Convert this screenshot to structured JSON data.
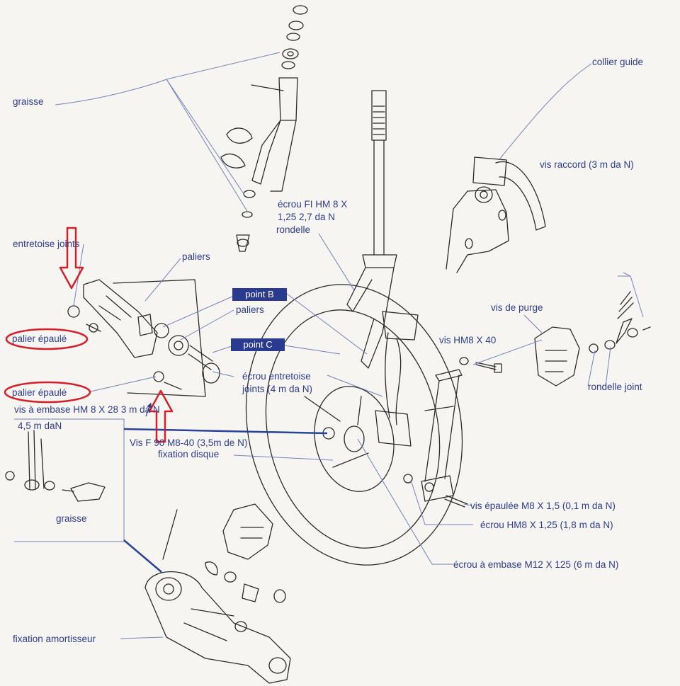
{
  "colors": {
    "paper": "#f6f5f1",
    "ink": "#2b2b2b",
    "leader": "#7382b8",
    "label_text": "#2e3d8c",
    "box_fill": "#2a3b8f",
    "box_text": "#ffffff",
    "highlight_red": "#d4202a",
    "connector_blue": "#2a4396"
  },
  "labels": {
    "graisse_top": "graisse",
    "collier_guide": "collier guide",
    "vis_raccord": "vis raccord (3 m da N)",
    "ecrou_fi": "écrou FI HM 8 X",
    "ecrou_fi_2": "1,25  2,7 da N",
    "rondelle": "rondelle",
    "entretoise_joints": "entretoise joints",
    "paliers_1": "paliers",
    "point_b": "point B",
    "paliers_2": "paliers",
    "vis_de_purge": "vis de purge",
    "palier_epaule_1": "palier épaulé",
    "point_c": "point C",
    "vis_hm8": "vis HM8 X 40",
    "ecrou_entretoise": "écrou  entretoise",
    "ecrou_entretoise_2": "joints (4 m da N)",
    "rondelle_joint": "rondelle joint",
    "palier_epaule_2": "palier épaulé",
    "vis_embase": "vis à embase HM  8  X  28  3 m da N",
    "torque_45": "4,5 m daN",
    "vis_fixation": "Vis F 90 M8-40  (3,5m de N)",
    "fixation_disque": "fixation disque",
    "graisse_inset": "graisse",
    "vis_epaulee": "vis épaulée M8 X 1,5  (0,1 m da N)",
    "ecrou_hm8": "écrou HM8  X  1,25  (1,8 m da N)",
    "ecrou_embase": "écrou à embase M12 X 125 (6 m da N)",
    "fixation_amortisseur": "fixation amortisseur"
  }
}
